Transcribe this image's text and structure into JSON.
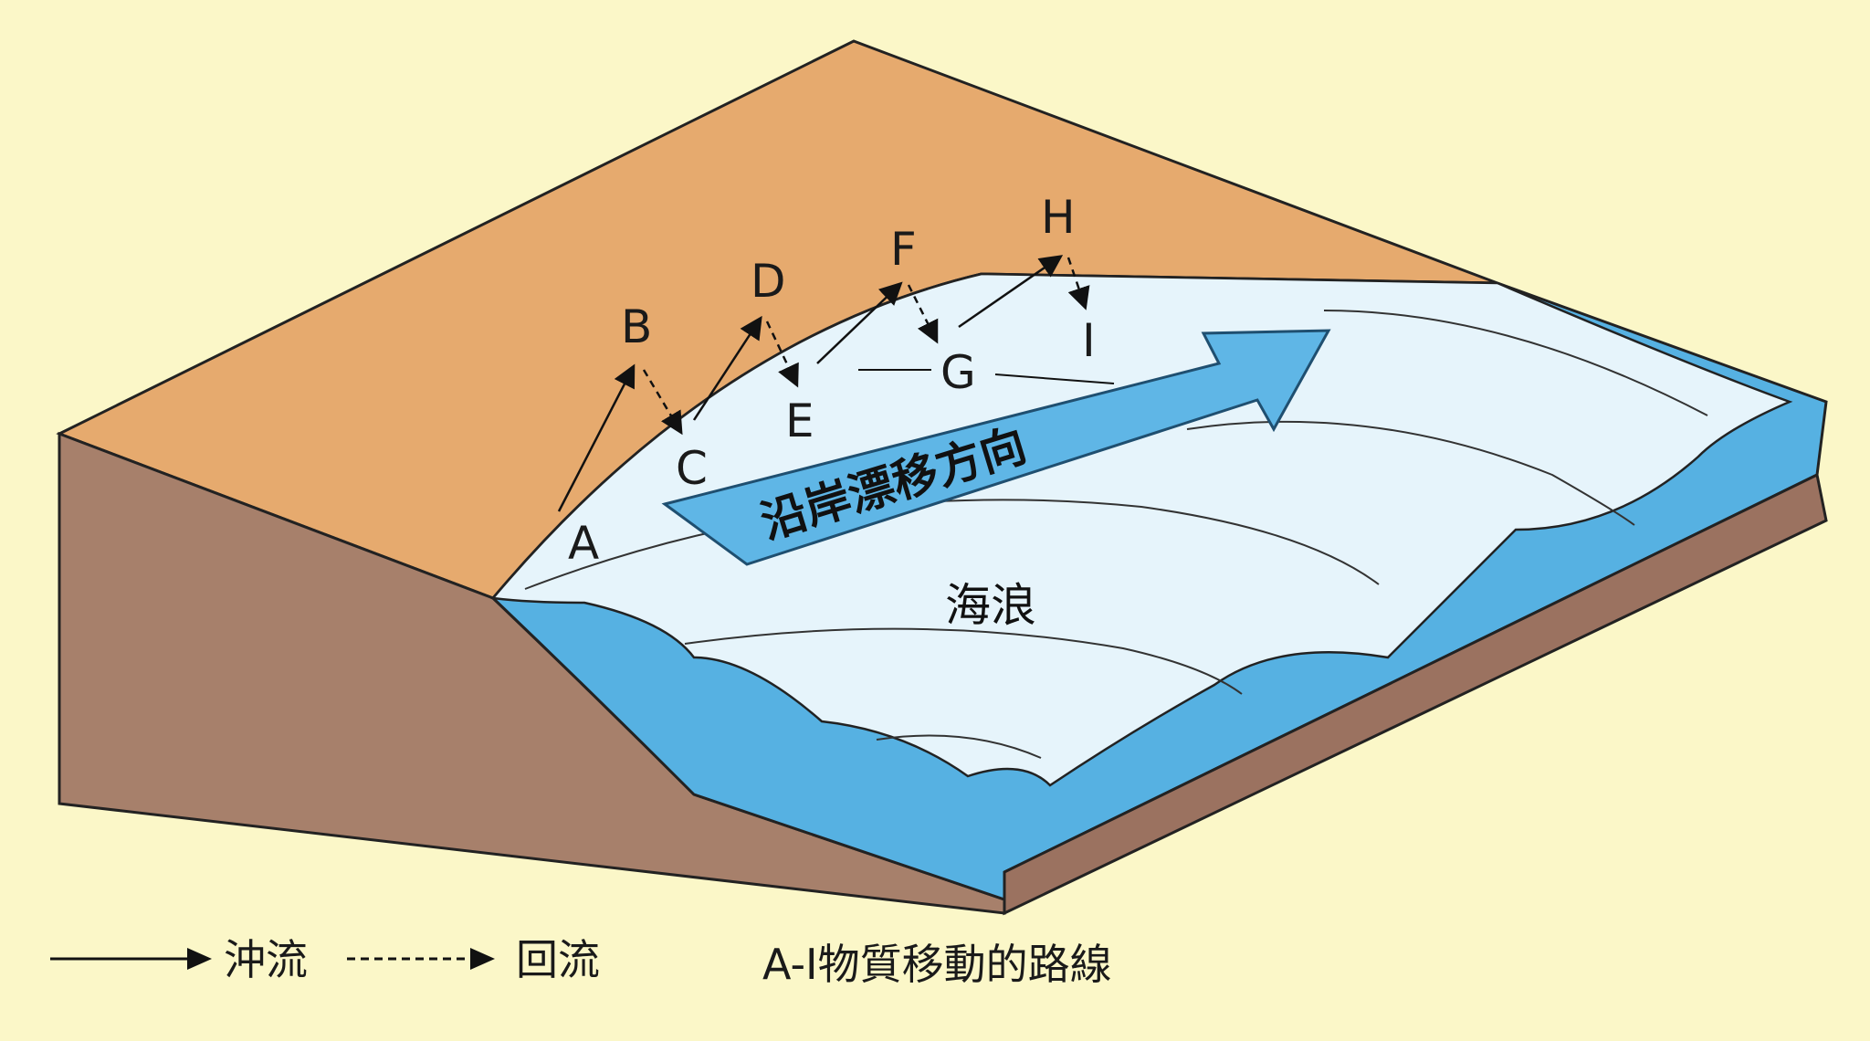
{
  "points": {
    "A": "A",
    "B": "B",
    "C": "C",
    "D": "D",
    "E": "E",
    "F": "F",
    "G": "G",
    "H": "H",
    "I": "I"
  },
  "labels": {
    "drift_direction": "沿岸漂移方向",
    "waves": "海浪"
  },
  "legend": {
    "swash": "沖流",
    "backwash": "回流",
    "path_note": "A-I物質移動的路線"
  },
  "colors": {
    "background": "#fbf7c8",
    "land_top": "#e6aa6e",
    "land_side": "#a7806b",
    "sea": "#56b1e2",
    "foam": "#e6f4fb",
    "arrow": "#5fb6e6",
    "seabed": "#9b7260"
  }
}
